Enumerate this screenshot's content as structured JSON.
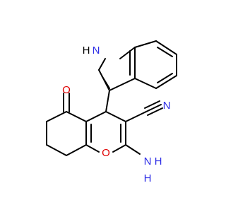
{
  "molecule": {
    "labels": {
      "nh": "H",
      "n_indole": "N",
      "n_nitrile": "N",
      "o_ketone": "O",
      "o_pyran": "O",
      "nh2_n": "N",
      "nh2_h": "H",
      "nh2_h2": "H"
    },
    "colors": {
      "nitrogen": "#2e2ee6",
      "oxygen": "#e00000",
      "bond": "#000000"
    }
  }
}
